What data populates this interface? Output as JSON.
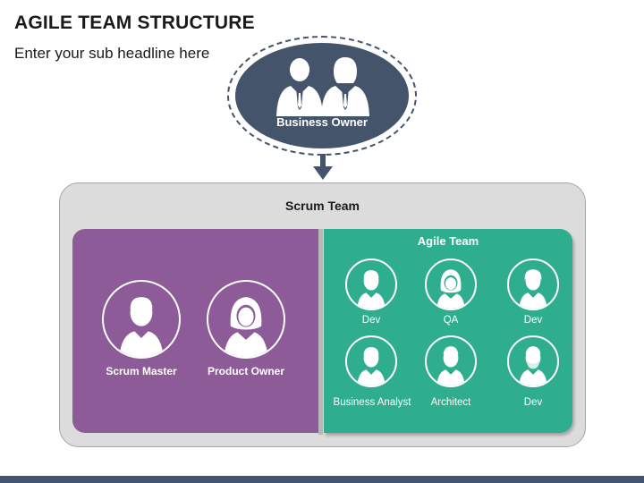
{
  "header": {
    "title": "AGILE TEAM STRUCTURE",
    "subtitle": "Enter your sub headline here"
  },
  "business_owner": {
    "label": "Business Owner",
    "icon": "business-people-icon"
  },
  "scrum_team": {
    "title": "Scrum Team",
    "members": [
      {
        "label": "Scrum Master",
        "icon": "man-avatar-icon"
      },
      {
        "label": "Product Owner",
        "icon": "woman-avatar-icon"
      }
    ]
  },
  "agile_team": {
    "title": "Agile Team",
    "members": [
      {
        "label": "Dev",
        "icon": "man-avatar-icon"
      },
      {
        "label": "QA",
        "icon": "woman-avatar-icon"
      },
      {
        "label": "Dev",
        "icon": "man-avatar-icon"
      },
      {
        "label": "Business Analyst",
        "icon": "man-avatar-icon"
      },
      {
        "label": "Architect",
        "icon": "man-avatar-icon"
      },
      {
        "label": "Dev",
        "icon": "bearded-man-avatar-icon"
      }
    ]
  },
  "colors": {
    "navy": "#44546a",
    "purple": "#8e5b99",
    "teal": "#2eae8f",
    "panel_gray": "#dcdcdc"
  }
}
